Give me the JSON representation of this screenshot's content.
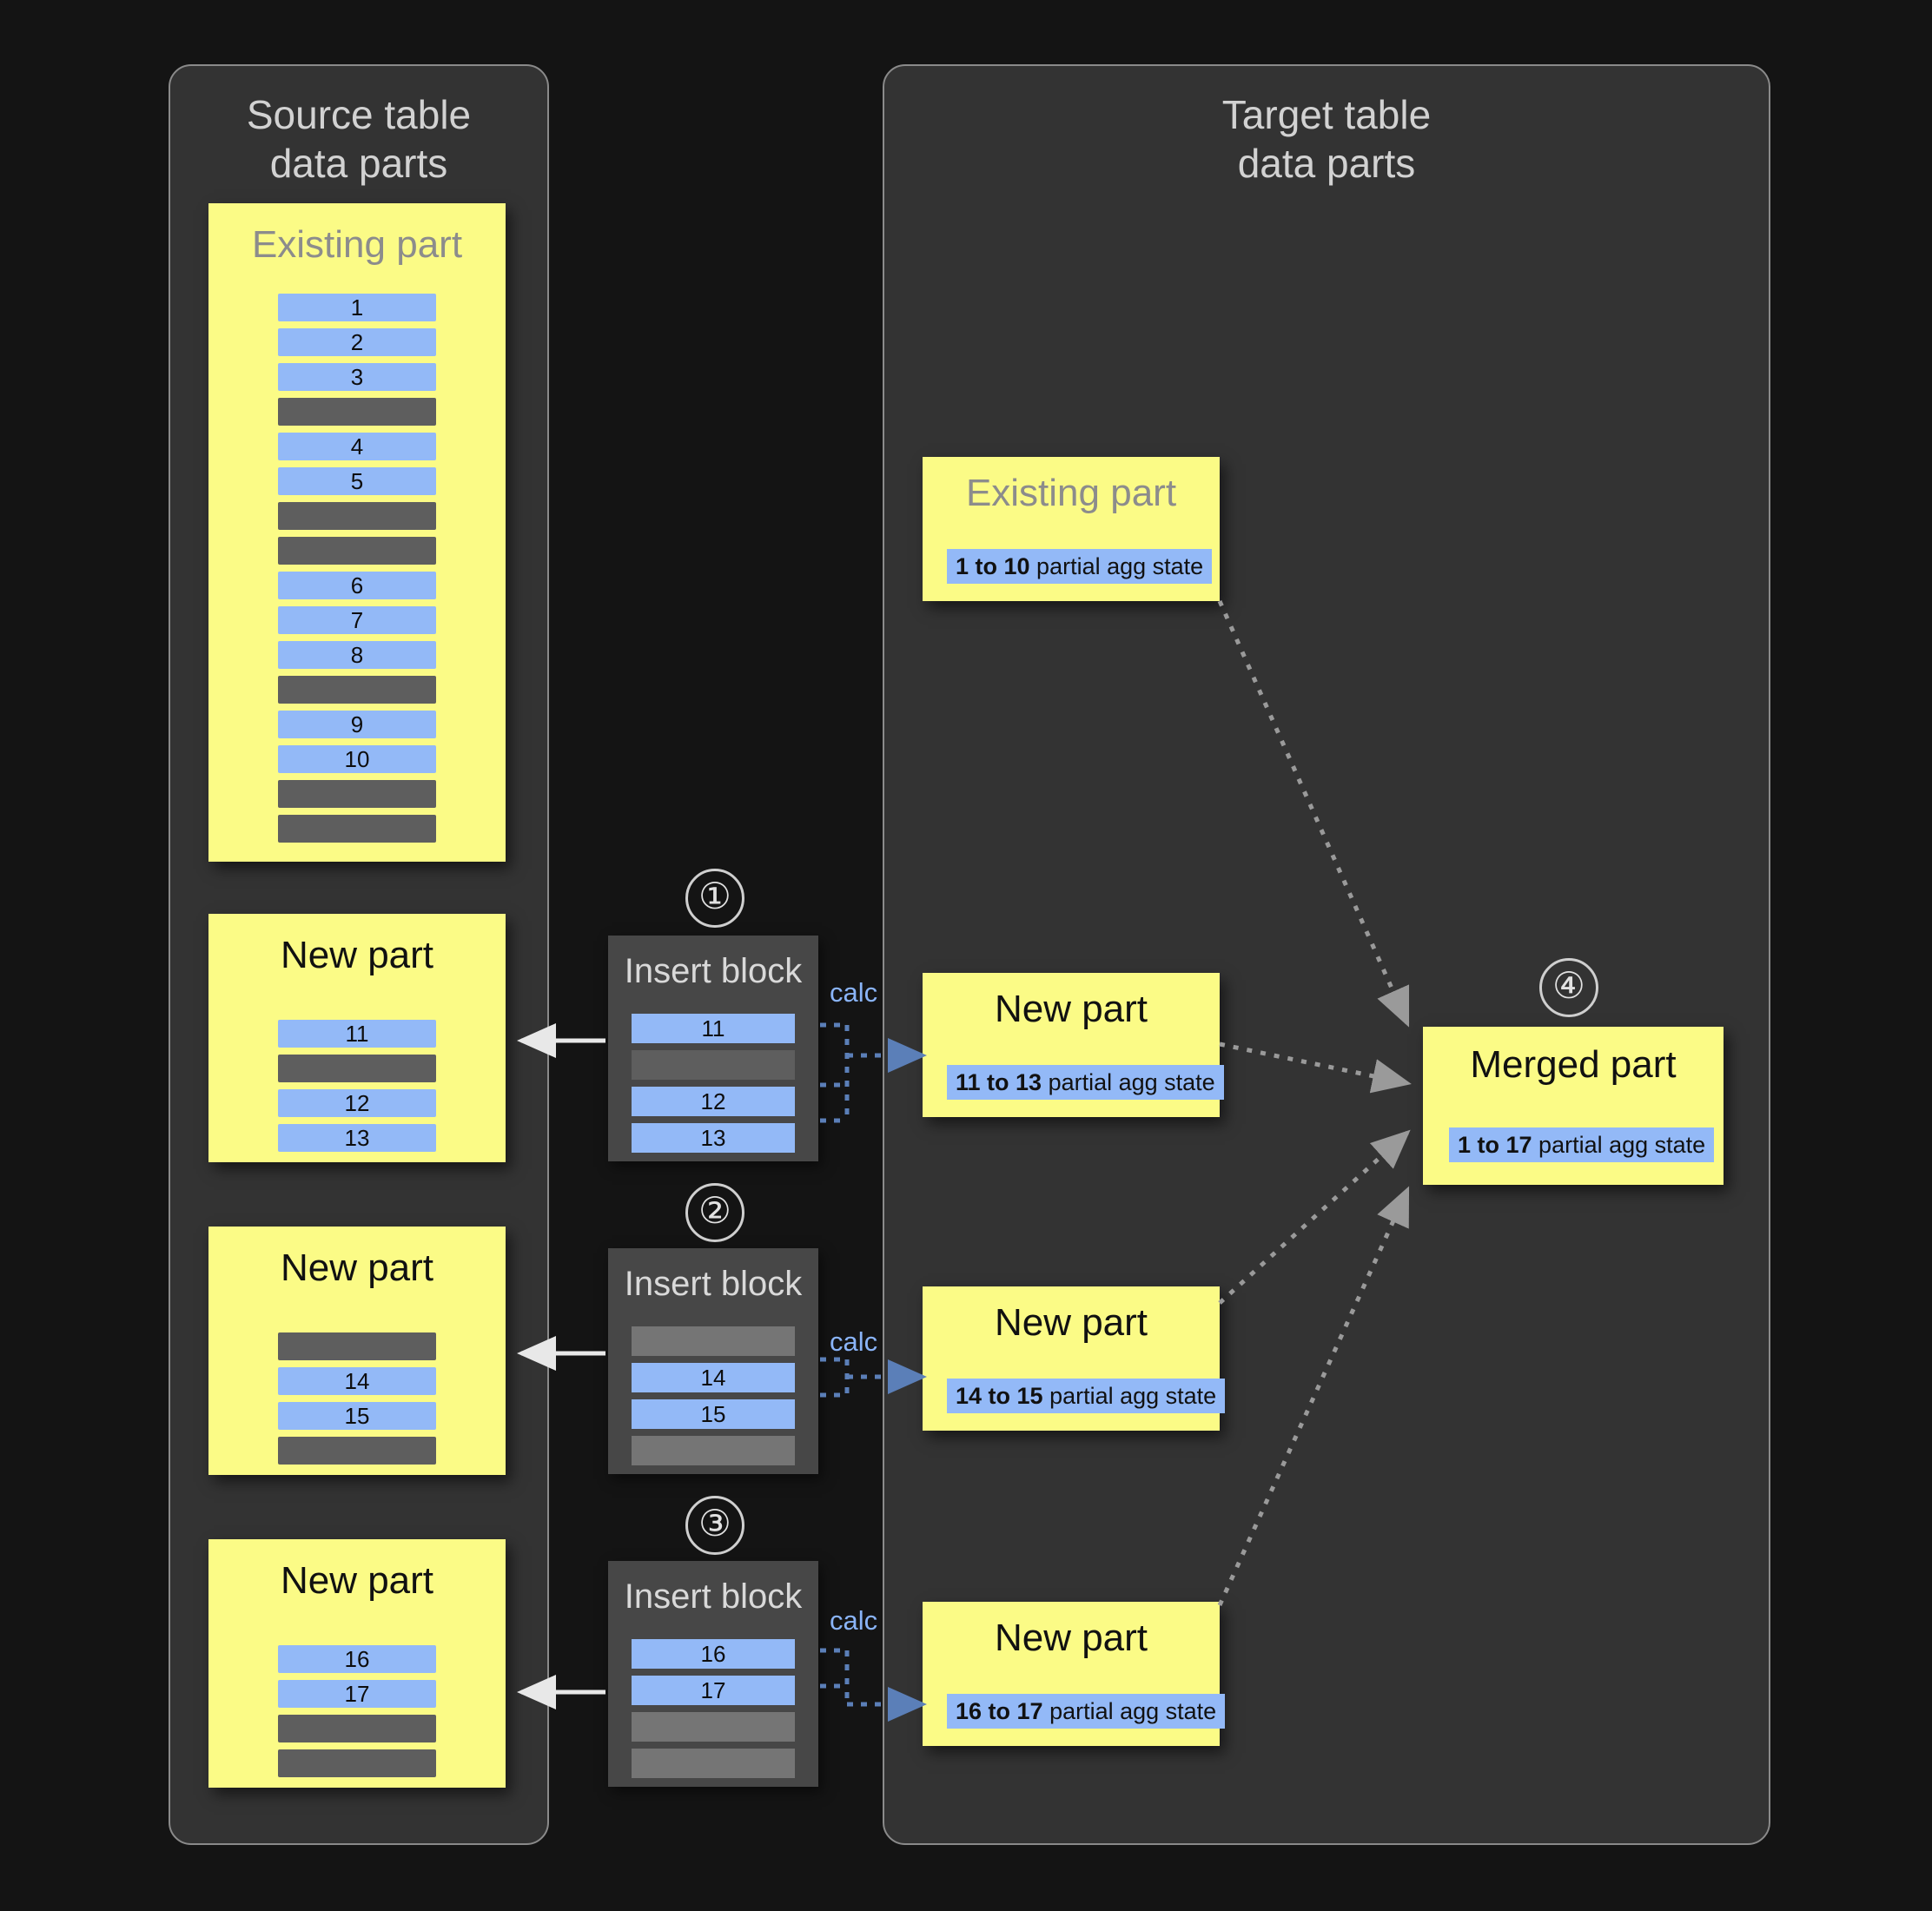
{
  "panels": {
    "source": {
      "title": "Source table\ndata parts"
    },
    "target": {
      "title": "Target table\ndata parts"
    }
  },
  "source_parts": [
    {
      "title": "Existing part",
      "rows": [
        "1",
        "2",
        "3",
        "",
        "4",
        "5",
        "",
        "",
        "6",
        "7",
        "8",
        "",
        "9",
        "10",
        "",
        ""
      ]
    },
    {
      "title": "New part",
      "rows": [
        "11",
        "",
        "12",
        "13"
      ]
    },
    {
      "title": "New part",
      "rows": [
        "",
        "14",
        "15",
        ""
      ]
    },
    {
      "title": "New part",
      "rows": [
        "16",
        "17",
        "",
        ""
      ]
    }
  ],
  "insert_blocks": [
    {
      "step": "①",
      "title": "Insert block",
      "rows": [
        "11",
        "",
        "12",
        "13"
      ],
      "calc": "calc"
    },
    {
      "step": "②",
      "title": "Insert block",
      "rows": [
        "",
        "14",
        "15",
        ""
      ],
      "calc": "calc"
    },
    {
      "step": "③",
      "title": "Insert block",
      "rows": [
        "16",
        "17",
        "",
        ""
      ],
      "calc": "calc"
    }
  ],
  "target_parts": [
    {
      "title": "Existing part",
      "muted": true,
      "range": "1 to 10",
      "state": " partial agg state"
    },
    {
      "title": "New part",
      "muted": false,
      "range": "11 to 13",
      "state": " partial agg state"
    },
    {
      "title": "New part",
      "muted": false,
      "range": "14 to 15",
      "state": " partial agg state"
    },
    {
      "title": "New part",
      "muted": false,
      "range": "16 to 17",
      "state": " partial agg state"
    }
  ],
  "merged": {
    "step": "④",
    "title": "Merged part",
    "range": "1 to 17",
    "state": " partial agg state"
  },
  "colors": {
    "background": "#141414",
    "panel": "#333333",
    "part_yellow": "#fbfb86",
    "row_blue": "#93b9f7",
    "row_gray": "#5e5e5e",
    "accent_blue": "#8ab4f8",
    "arrow_gray": "#9a9a9a"
  }
}
